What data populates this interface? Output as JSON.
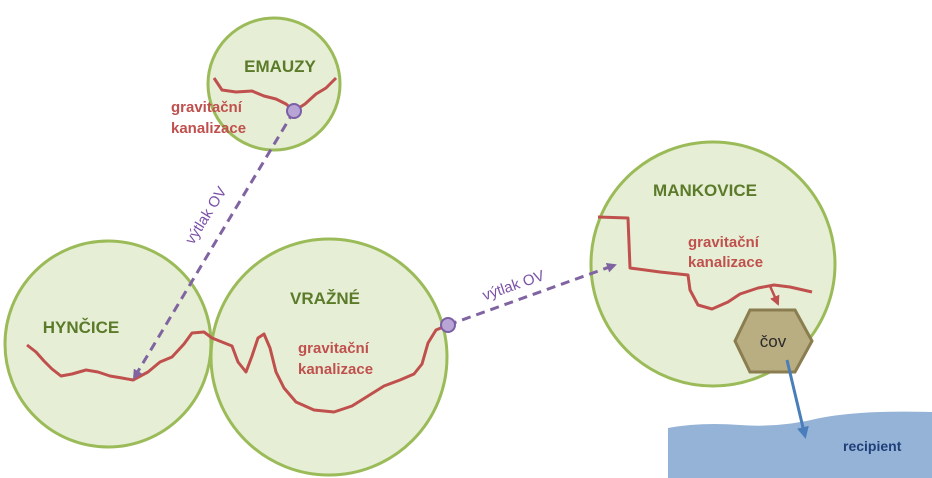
{
  "villages": {
    "emauzy": "EMAUZY",
    "hyncice": "HYNČICE",
    "vrazne": "VRAŽNÉ",
    "mankovice": "MANKOVICE"
  },
  "sewer": {
    "emauzy": [
      "gravitační",
      "kanalizace"
    ],
    "vrazne": [
      "gravitační",
      "kanalizace"
    ],
    "mankovice": [
      "gravitační",
      "kanalizace"
    ]
  },
  "pressure_pipe": {
    "label_1": "výtlak OV",
    "label_2": "výtlak OV"
  },
  "treatment_plant": "čov",
  "recipient": "recipient",
  "colors": {
    "circle_fill": "#e6efd5",
    "circle_stroke": "#9bbb59",
    "sewer_line": "#c0504d",
    "pressure_pipe": "#8064a2",
    "pump_node": "#b8a5d6",
    "plant_fill": "#b9ad82",
    "plant_stroke": "#8a7d50",
    "water": "#95b3d7",
    "outflow_arrow": "#4a7ebb"
  }
}
